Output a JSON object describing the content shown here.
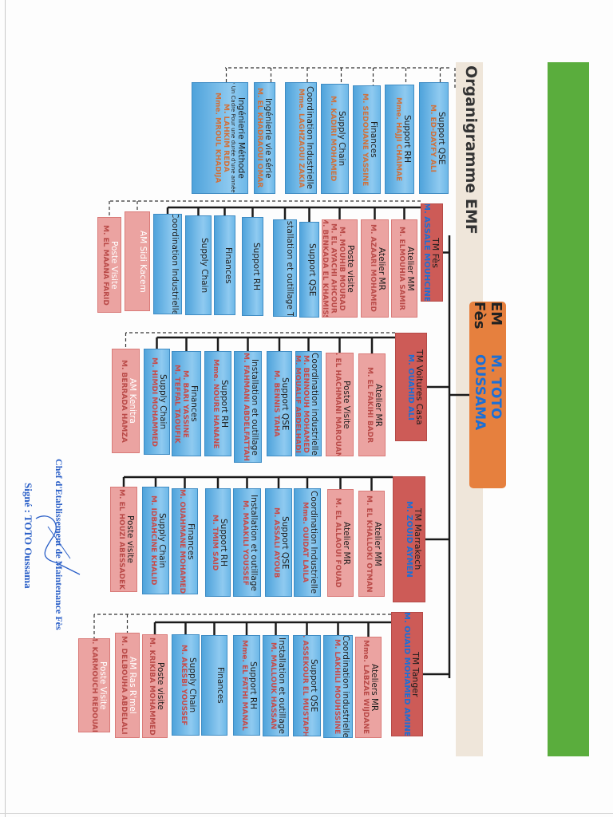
{
  "title": "Organigramme EMF",
  "head": {
    "title": "EM Fès",
    "name": "M. TOTO OUSSAMA"
  },
  "colors": {
    "blue_box": "#6db8e8",
    "light_red_box": "#eba3a1",
    "tm_box": "#cd5b57",
    "em_box": "#e6803e",
    "name_blue": "#1b6fd6",
    "side_bar_green": "#5aad3d"
  },
  "direct": [
    {
      "title": "Support QSE",
      "names": [
        "M. ED-DAYFY ALI"
      ]
    },
    {
      "title": "Support RH",
      "names": [
        "Mme. HAJJI CHAIMAE"
      ]
    },
    {
      "title": "Finances",
      "names": [
        "M. SEDOUANE YASSINE"
      ]
    },
    {
      "title": "Supply Chain",
      "names": [
        "M. KADIRI MOHAMED"
      ]
    },
    {
      "title": "Coordination Industrielle",
      "names": [
        "Mme. LAGHZAOUI ZAKIA"
      ]
    },
    {
      "title": "Ingénierie vie série",
      "names": [
        "M. EL KHADRAOUI OMAR"
      ]
    },
    {
      "title": "Ingénierie Méthode",
      "note": "* Un Cadre Pour une durée d'une année.",
      "names": [
        "M. LAHKIM REDA",
        "Mme. MROUL KHADIJA"
      ]
    }
  ],
  "sites": [
    {
      "title": "TM Fès",
      "name": "M. ASSALE MOUHCINE",
      "units": [
        {
          "title": "Atelier MM",
          "names": [
            "M. ELMOUHIA SAMIR"
          ]
        },
        {
          "title": "Atelier MR",
          "names": [
            "M. AZAARI MOHAMED"
          ]
        },
        {
          "title": "Poste visite",
          "names": [
            "M. MOUHIB MOURAD",
            "M. EL AYACHI AHCOUR",
            "M. BENKADA EL KHAMISS"
          ]
        },
        {
          "title": "Support QSE",
          "names": []
        },
        {
          "title": "Installation et outillage TC",
          "names": []
        },
        {
          "title": "Support RH",
          "names": []
        },
        {
          "title": "Finances",
          "names": []
        },
        {
          "title": "Supply Chain",
          "names": []
        },
        {
          "title": "Coordination Industrielle",
          "names": []
        },
        {
          "title": "AM Sidi Kacem",
          "names": []
        },
        {
          "title": "Poste Visite",
          "names": [
            "M. EL MAANA FARID"
          ]
        }
      ]
    },
    {
      "title": "TM Voitures Casa",
      "name": "M. OUAHID ALI",
      "units": [
        {
          "title": "Atelier MR",
          "names": [
            "M. EL FAKIHI BADR"
          ]
        },
        {
          "title": "Poste Visite",
          "names": [
            "M. EL HACHMANI MAROUANE"
          ]
        },
        {
          "title": "Coordination industrielle",
          "names": [
            "M. BENNOUH MOHAMED",
            "M. MOUALIF ABDELHADI"
          ]
        },
        {
          "title": "Support QSE",
          "names": [
            "M. BENNIS TAHA"
          ]
        },
        {
          "title": "Installation et outillage",
          "names": [
            "M. FAHMANI ABDELFATTAH"
          ]
        },
        {
          "title": "Support RH",
          "names": [
            "Mme. NOURE HANANE"
          ]
        },
        {
          "title": "Finances",
          "names": [
            "M. BARI YASSINE",
            "M. TEFFAL TAOUFIK"
          ]
        },
        {
          "title": "Supply Chain",
          "names": [
            "M. HIMDI MOHAMMED"
          ]
        },
        {
          "title": "AM Kenitra",
          "names": [
            "M. BERRADA HAMZA"
          ]
        }
      ]
    },
    {
      "title": "TM Marrakech",
      "name": "M. ZOUID AYMEN",
      "units": [
        {
          "title": "Atelier MM",
          "names": [
            "M. EL KHALLOKI OTMAN"
          ]
        },
        {
          "title": "Atelier MR",
          "names": [
            "M. EL ALLAOUI FOUAD"
          ]
        },
        {
          "title": "Coordination Industrielle",
          "names": [
            "Mme. OUIDAT LAILA"
          ]
        },
        {
          "title": "Support QSE",
          "names": [
            "M. ASSALI AYOUB"
          ]
        },
        {
          "title": "Installation et outillage",
          "names": [
            "M. MAAKILI YOUSSEF"
          ]
        },
        {
          "title": "Support RH",
          "names": [
            "M. TMIM SAID"
          ]
        },
        {
          "title": "Finances",
          "names": [
            "M. OUAHMANE MOHAMED"
          ]
        },
        {
          "title": "Supply Chain",
          "names": [
            "M. IDBAHCINE KHALID"
          ]
        },
        {
          "title": "Poste visite",
          "names": [
            "M. EL HOUZI ABESSADEK"
          ]
        }
      ]
    },
    {
      "title": "TM Tanger",
      "name": "M. OUAID MOHAMED AMINE",
      "units": [
        {
          "title": "Ateliers MR",
          "names": [
            "Mme. LABZAE WIJDANE"
          ]
        },
        {
          "title": "Coordination industrielle",
          "names": [
            "M. LAKHILI MOUHSSINE"
          ]
        },
        {
          "title": "Support QSE",
          "names": [
            "M. ASSEKOUR EL MUSTAPHA"
          ]
        },
        {
          "title": "Installation et outillage",
          "names": [
            "M. MALLOUK HASSAN"
          ]
        },
        {
          "title": "Support RH",
          "names": [
            "Mme. EL FATHI MANAL"
          ]
        },
        {
          "title": "Finances",
          "names": []
        },
        {
          "title": "Supply Chain",
          "names": [
            "M. AKESBI YOUSSEF"
          ]
        },
        {
          "title": "Poste visite",
          "names": [
            "M. KRIKIBA MOHAMMED"
          ]
        },
        {
          "title": "AM Ras R'mel",
          "names": [
            "M. DELBOUHA ABDELALI"
          ]
        },
        {
          "title": "Poste Visite",
          "names": [
            "M. KARMOUCH REDOUAN"
          ]
        }
      ]
    }
  ],
  "signature": {
    "role": "Chef d'Etablissement de Maintenance Fès",
    "signed": "Signé : TOTO Oussama"
  }
}
